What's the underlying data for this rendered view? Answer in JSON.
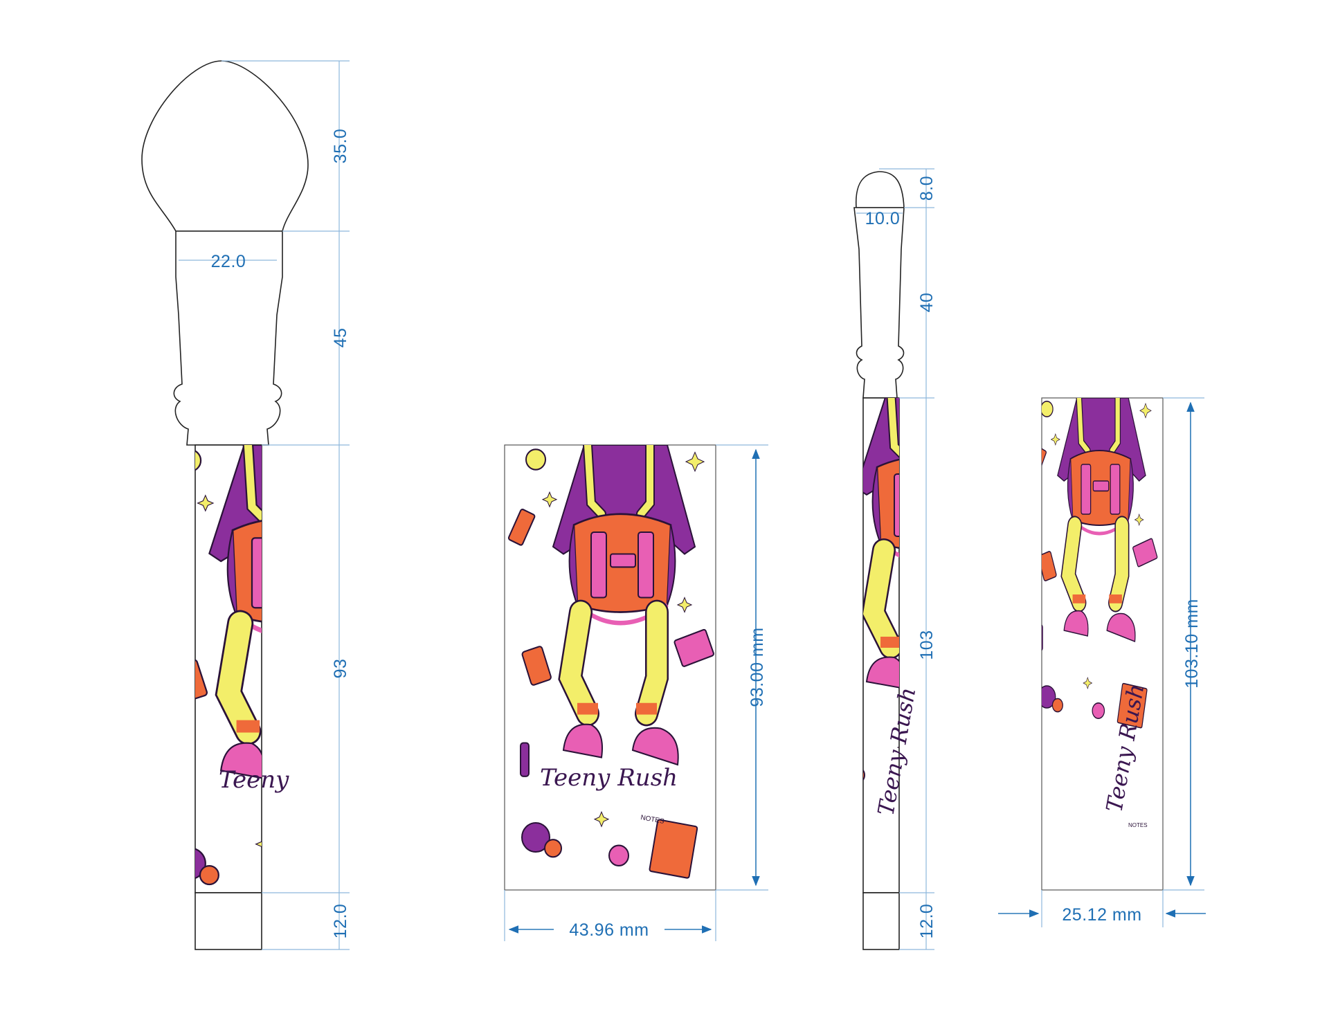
{
  "brush1": {
    "dims": {
      "head": "35.0",
      "width": "22.0",
      "ferrule": "45",
      "handle": "93",
      "tip": "12.0"
    },
    "brand": "Teeny"
  },
  "print1": {
    "height": "93.00 mm",
    "width": "43.96 mm",
    "brand": "Teeny Rush",
    "notes": "NOTES"
  },
  "brush2": {
    "dims": {
      "head": "8.0",
      "width": "10.0",
      "ferrule": "40",
      "handle": "103",
      "tip": "12.0"
    },
    "brand": "Teeny Rush"
  },
  "print2": {
    "height": "103.10 mm",
    "width": "25.12 mm",
    "brand": "Teeny Rush",
    "notes": "NOTES"
  },
  "colors": {
    "dimension_blue": "#1f6fb4",
    "purple": "#8b2f9c",
    "orange": "#ef6a3a",
    "yellow": "#f3ee6a",
    "pink": "#e85fb4"
  }
}
